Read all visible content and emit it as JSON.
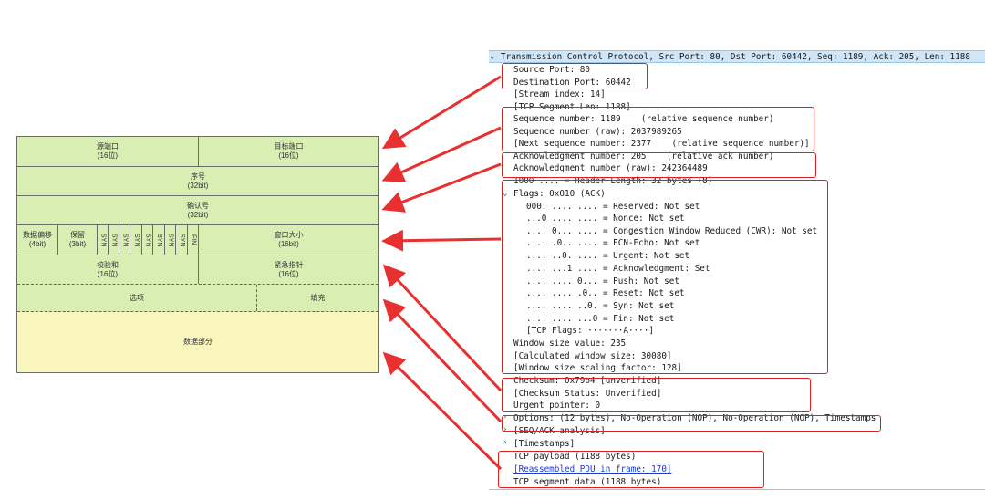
{
  "diagram": {
    "source_port": "源端口",
    "source_port_bits": "(16位)",
    "dest_port": "目标端口",
    "dest_port_bits": "(16位)",
    "seq": "序号",
    "seq_bits": "(32bit)",
    "ack": "确认号",
    "ack_bits": "(32bit)",
    "data_offset": "数据偏移",
    "data_offset_bits": "(4bit)",
    "reserved": "保留",
    "reserved_bits": "(3bit)",
    "flags": [
      "SYN",
      "SYN",
      "SYN",
      "SYN",
      "SYN",
      "SYN",
      "SYN",
      "SYN",
      "FIN"
    ],
    "window": "窗口大小",
    "window_bits": "(16bit)",
    "checksum": "校验和",
    "checksum_bits": "(16位)",
    "urgent": "紧急指针",
    "urgent_bits": "(16位)",
    "options": "选项",
    "padding": "填充",
    "payload": "数据部分"
  },
  "tree": {
    "header": "Transmission Control Protocol, Src Port: 80, Dst Port: 60442, Seq: 1189, Ack: 205, Len: 1188",
    "lines": [
      "Source Port: 80",
      "Destination Port: 60442",
      "[Stream index: 14]",
      "[TCP Segment Len: 1188]",
      "Sequence number: 1189    (relative sequence number)",
      "Sequence number (raw): 2037989265",
      "[Next sequence number: 2377    (relative sequence number)]",
      "Acknowledgment number: 205    (relative ack number)",
      "Acknowledgment number (raw): 242364489",
      "1000 .... = Header Length: 32 bytes (8)",
      "Flags: 0x010 (ACK)",
      "000. .... .... = Reserved: Not set",
      "...0 .... .... = Nonce: Not set",
      ".... 0... .... = Congestion Window Reduced (CWR): Not set",
      ".... .0.. .... = ECN-Echo: Not set",
      ".... ..0. .... = Urgent: Not set",
      ".... ...1 .... = Acknowledgment: Set",
      ".... .... 0... = Push: Not set",
      ".... .... .0.. = Reset: Not set",
      ".... .... ..0. = Syn: Not set",
      ".... .... ...0 = Fin: Not set",
      "[TCP Flags: ·······A····]",
      "Window size value: 235",
      "[Calculated window size: 30080]",
      "[Window size scaling factor: 128]",
      "Checksum: 0x79b4 [unverified]",
      "[Checksum Status: Unverified]",
      "Urgent pointer: 0",
      "Options: (12 bytes), No-Operation (NOP), No-Operation (NOP), Timestamps",
      "[SEQ/ACK analysis]",
      "[Timestamps]",
      "TCP payload (1188 bytes)",
      "[Reassembled PDU in frame: 170]",
      "TCP segment data (1188 bytes)"
    ]
  },
  "colors": {
    "highlight": "#e02020",
    "diagram_fill": "#d8eeb3",
    "payload_fill": "#f8f5bd",
    "link": "#1a3bd6"
  }
}
